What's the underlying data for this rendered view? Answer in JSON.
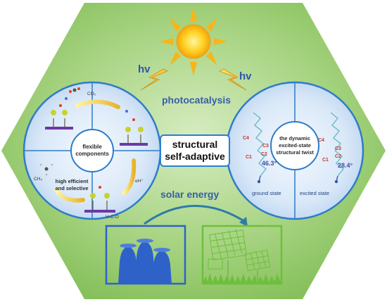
{
  "top": {
    "hv_left": "hv",
    "hv_right": "hv",
    "process": "photocatalysis"
  },
  "center": {
    "line1": "structural",
    "line2": "self-adaptive"
  },
  "left_circle": {
    "hub_line1": "flexible",
    "hub_line2": "components",
    "co2": "CO₂",
    "ch4": "CH₄",
    "eh": "eH⁺",
    "hco": "H-C-O",
    "quality_line1": "high efficient",
    "quality_line2": "and selective"
  },
  "right_circle": {
    "hub_line1": "the dynamic",
    "hub_line2": "excited-state",
    "hub_line3": "structural twist",
    "ground_angle": "46.3°",
    "excited_angle": "28.4°",
    "ground_label": "ground state",
    "excited_label": "excited state",
    "atoms": [
      "C4",
      "C3",
      "C1",
      "C2"
    ]
  },
  "bottom": {
    "solar": "solar energy"
  },
  "colors": {
    "background_green": "#8cc466",
    "circle_fill": "#dbe9f7",
    "circle_stroke": "#2e7cc8",
    "factory_blue": "#2e62c9",
    "panel_green": "#6ebf3c"
  }
}
